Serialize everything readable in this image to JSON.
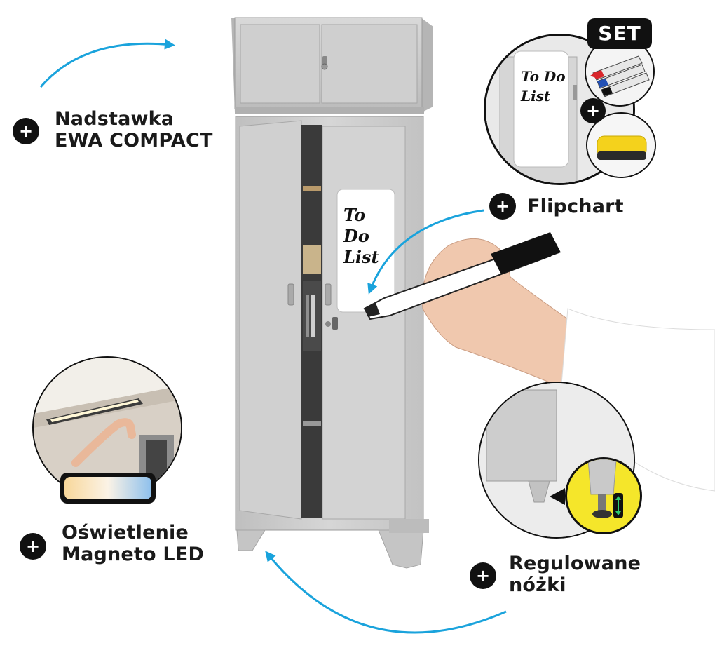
{
  "features": {
    "nadstawka": {
      "line1": "Nadstawka",
      "line2": "EWA COMPACT"
    },
    "flipchart": {
      "label": "Flipchart"
    },
    "lighting": {
      "line1": "Oświetlenie",
      "line2": "Magneto LED"
    },
    "legs": {
      "line1": "Regulowane",
      "line2": "nóżki"
    }
  },
  "plus_symbol": "+",
  "set_badge": "SET",
  "whiteboard": {
    "line1": "To Do",
    "line2": "List"
  },
  "colors": {
    "cabinet": "#c9c9c9",
    "cabinet_dark": "#a9a9a9",
    "arrow": "#1aa3dc",
    "badge": "#111111",
    "sponge": "#f4d21c",
    "marker_red": "#d8262b",
    "marker_blue": "#2250b5"
  },
  "icons": [
    "plus-icon",
    "curved-arrow-icon",
    "marker-pen-icon",
    "sponge-icon",
    "led-strip-icon",
    "adjustable-foot-icon"
  ]
}
